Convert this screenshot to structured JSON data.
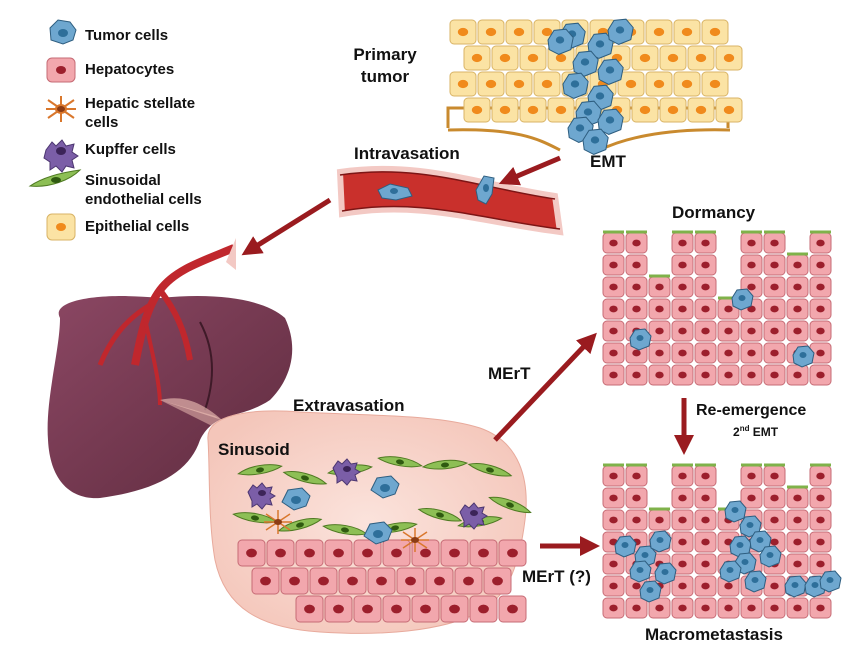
{
  "legend": {
    "items": [
      {
        "label": "Tumor cells",
        "icon": "tumor-cell-icon"
      },
      {
        "label": "Hepatocytes",
        "icon": "hepatocyte-icon"
      },
      {
        "label": "Hepatic stellate cells",
        "icon": "stellate-cell-icon"
      },
      {
        "label": "Kupffer cells",
        "icon": "kupffer-cell-icon"
      },
      {
        "label": "Sinusoidal endothelial cells",
        "icon": "endothelial-cell-icon"
      },
      {
        "label": "Epithelial cells",
        "icon": "epithelial-cell-icon"
      }
    ]
  },
  "labels": {
    "primary_tumor": "Primary tumor",
    "intravasation": "Intravasation",
    "emt": "EMT",
    "dormancy": "Dormancy",
    "mert": "MErT",
    "extravasation": "Extravasation",
    "sinusoid": "Sinusoid",
    "re_emergence": "Re-emergence",
    "second_emt_num": "2",
    "second_emt_sup": "nd",
    "second_emt_rest": " EMT",
    "mert_q": "MErT (?)",
    "macrometastasis": "Macrometastasis"
  },
  "colors": {
    "hepatocyte_fill": "#f2a7ad",
    "hepatocyte_nucleus": "#9c1f2c",
    "epithelial_fill": "#fbe3a4",
    "epithelial_nucleus": "#f08a1c",
    "tumor_fill": "#6ea7cf",
    "tumor_nucleus": "#2e6f9a",
    "vessel_red": "#c9302c",
    "arrow": "#9a1b1f",
    "liver": "#7a3c53",
    "sinusoid_bg": "#f7d3c9",
    "endothelial": "#7fb24a",
    "kupffer": "#7b5ea7",
    "stellate": "#d9772c"
  }
}
